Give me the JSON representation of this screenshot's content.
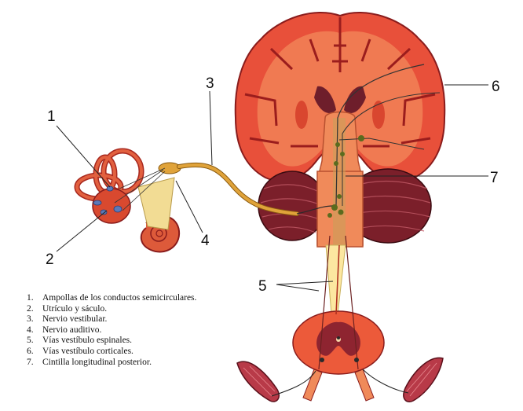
{
  "callouts": {
    "c1": "1",
    "c2": "2",
    "c3": "3",
    "c4": "4",
    "c5": "5",
    "c6": "6",
    "c7": "7"
  },
  "legend": [
    {
      "num": "1.",
      "text": "Ampollas de los conductos semicirculares."
    },
    {
      "num": "2.",
      "text": "Utrículo y sáculo."
    },
    {
      "num": "3.",
      "text": "Nervio vestibular."
    },
    {
      "num": "4.",
      "text": "Nervio auditivo."
    },
    {
      "num": "5.",
      "text": "Vías vestíbulo espinales."
    },
    {
      "num": "6.",
      "text": "Vías vestíbulo corticales."
    },
    {
      "num": "7.",
      "text": "Cintilla longitudinal posterior."
    }
  ],
  "colors": {
    "cortex": "#e8503a",
    "white_matter": "#e66f4b",
    "brainstem": "#f08a5a",
    "cerebellum": "#7b1f2a",
    "nerve": "#e0a33a",
    "spinal_cord": "#fce7a0",
    "muscle": "#b83a48",
    "tract": "#5b6b1e"
  }
}
